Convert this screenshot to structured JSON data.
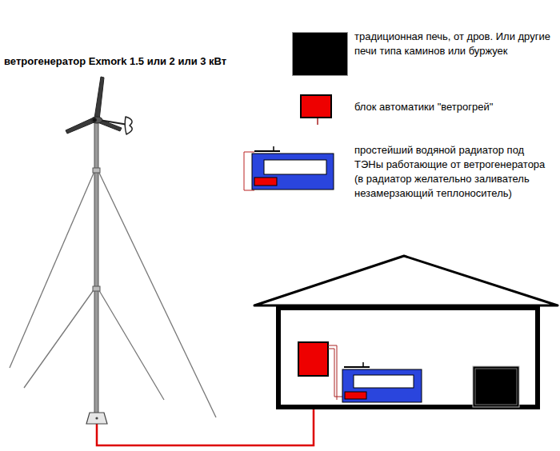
{
  "diagram": {
    "labels": [
      "ветрогенератор Exmork 1.5 или 2 или 3 кВт"
    ],
    "legend": [
      {
        "text": "традиционная печь, от дров. Или другие печи типа каминов или буржуек",
        "color": "#000000"
      },
      {
        "text": "блок автоматики \"ветрогрей\"",
        "color": "#ee0000"
      },
      {
        "text": "простейший водяной радиатор под ТЭНы работающие от ветрогенератора (в радиатор желательно заливатель незамерзающий теплоноситель)"
      }
    ]
  }
}
